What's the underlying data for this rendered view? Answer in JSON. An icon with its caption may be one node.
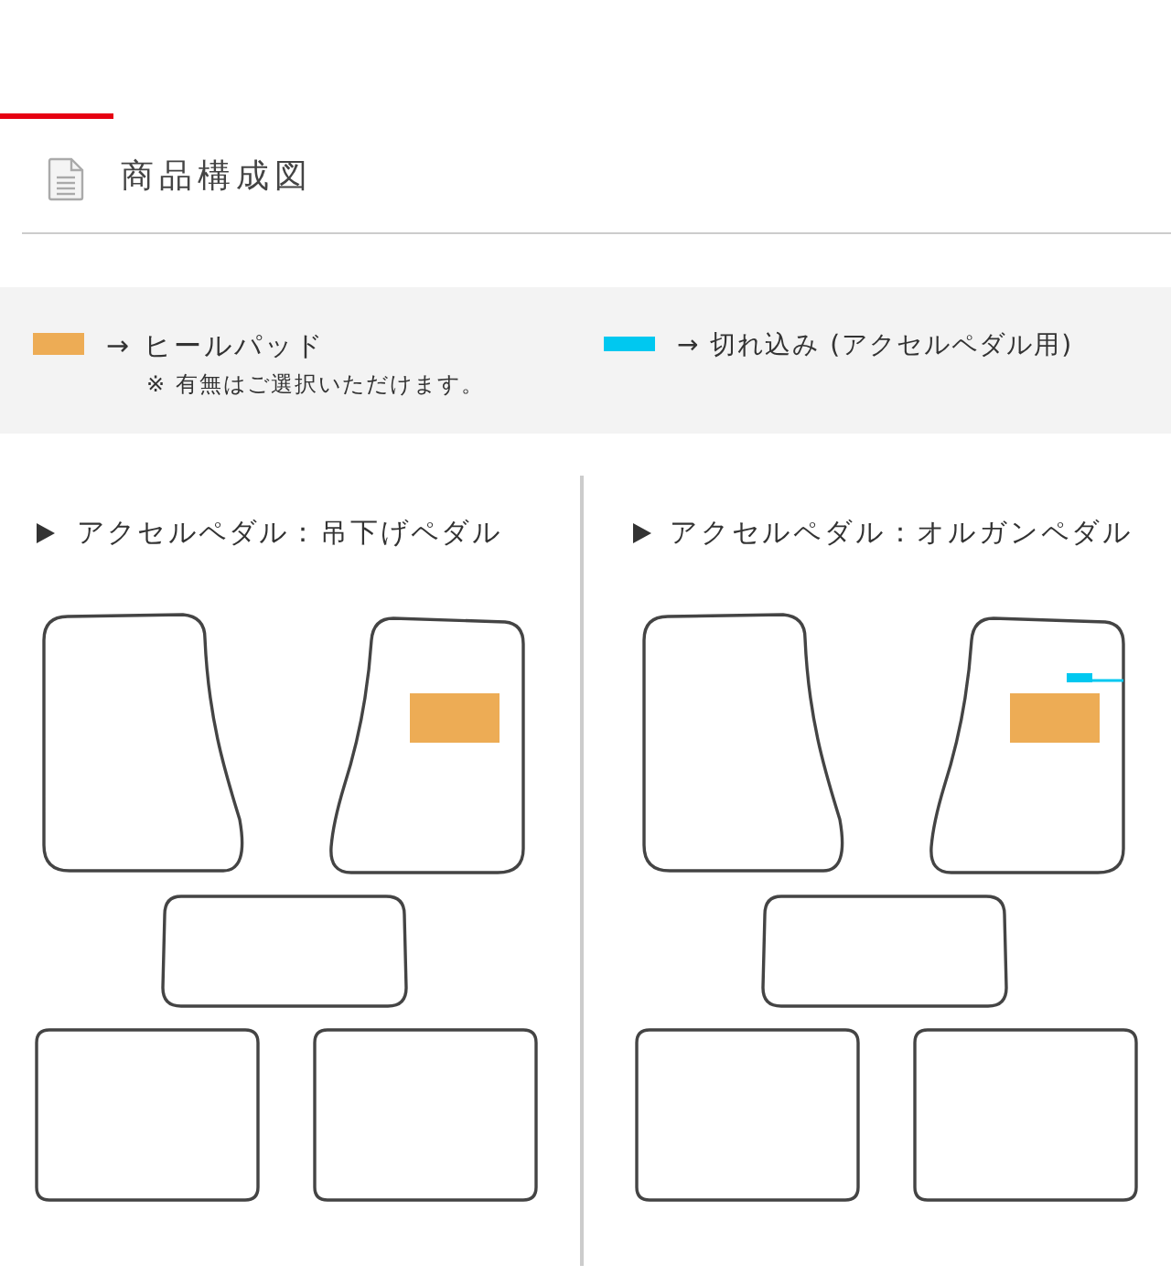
{
  "diagram": {
    "title": "商品構成図",
    "labels": [
      "※ 有無はご選択いただけます。",
      "アクセルペダル：吊下げペダル",
      "アクセルペダル：オルガンペダル"
    ],
    "legend": [
      {
        "text": "→ ヒールパッド",
        "color": "#edac55"
      },
      {
        "text": "→ 切れ込み (アクセルペダル用)",
        "color": "#00c8f0"
      }
    ]
  }
}
